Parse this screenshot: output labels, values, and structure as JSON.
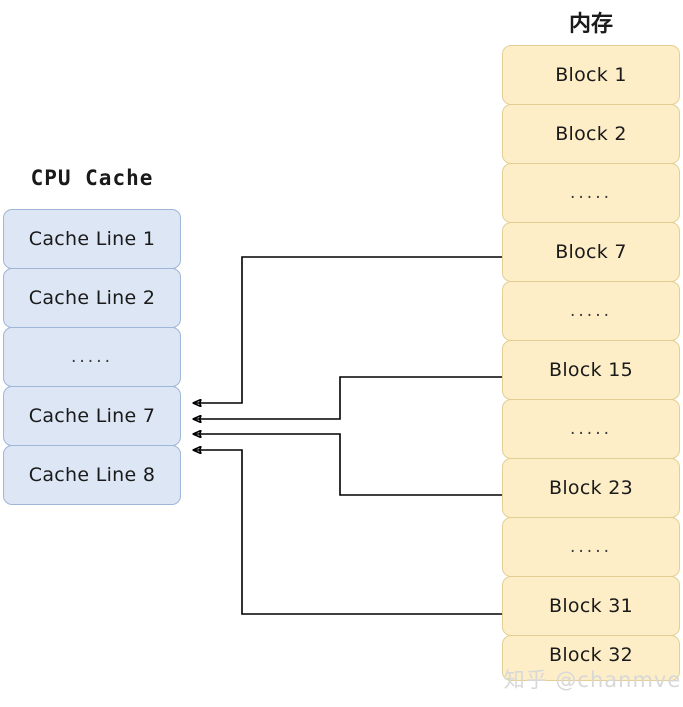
{
  "diagram": {
    "title_cache": "CPU Cache",
    "title_memory": "内存",
    "watermark": "知乎 @chanmve",
    "colors": {
      "cache_fill": "#dce6f5",
      "cache_stroke": "#9fb6d6",
      "memory_fill": "#fdeec8",
      "memory_stroke": "#e3cf93",
      "connector": "#000000",
      "background": "#ffffff"
    }
  },
  "cache": {
    "label": "CPU Cache",
    "lines": [
      {
        "label": "Cache Line 1",
        "kind": "line"
      },
      {
        "label": "Cache Line 2",
        "kind": "line"
      },
      {
        "label": ".....",
        "kind": "ellipsis"
      },
      {
        "label": "Cache Line 7",
        "kind": "line"
      },
      {
        "label": "Cache Line 8",
        "kind": "line"
      }
    ],
    "target_line": "Cache Line 7",
    "incoming_arrow_count": 4
  },
  "memory": {
    "label": "内存",
    "blocks": [
      {
        "label": "Block 1",
        "kind": "block"
      },
      {
        "label": "Block 2",
        "kind": "block"
      },
      {
        "label": ".....",
        "kind": "ellipsis"
      },
      {
        "label": "Block 7",
        "kind": "block"
      },
      {
        "label": ".....",
        "kind": "ellipsis"
      },
      {
        "label": "Block 15",
        "kind": "block"
      },
      {
        "label": ".....",
        "kind": "ellipsis"
      },
      {
        "label": "Block 23",
        "kind": "block"
      },
      {
        "label": ".....",
        "kind": "ellipsis"
      },
      {
        "label": "Block 31",
        "kind": "block"
      },
      {
        "label": "Block 32",
        "kind": "block"
      }
    ]
  },
  "mappings": [
    {
      "from": "Block 7",
      "to": "Cache Line 7"
    },
    {
      "from": "Block 15",
      "to": "Cache Line 7"
    },
    {
      "from": "Block 23",
      "to": "Cache Line 7"
    },
    {
      "from": "Block 31",
      "to": "Cache Line 7"
    }
  ]
}
